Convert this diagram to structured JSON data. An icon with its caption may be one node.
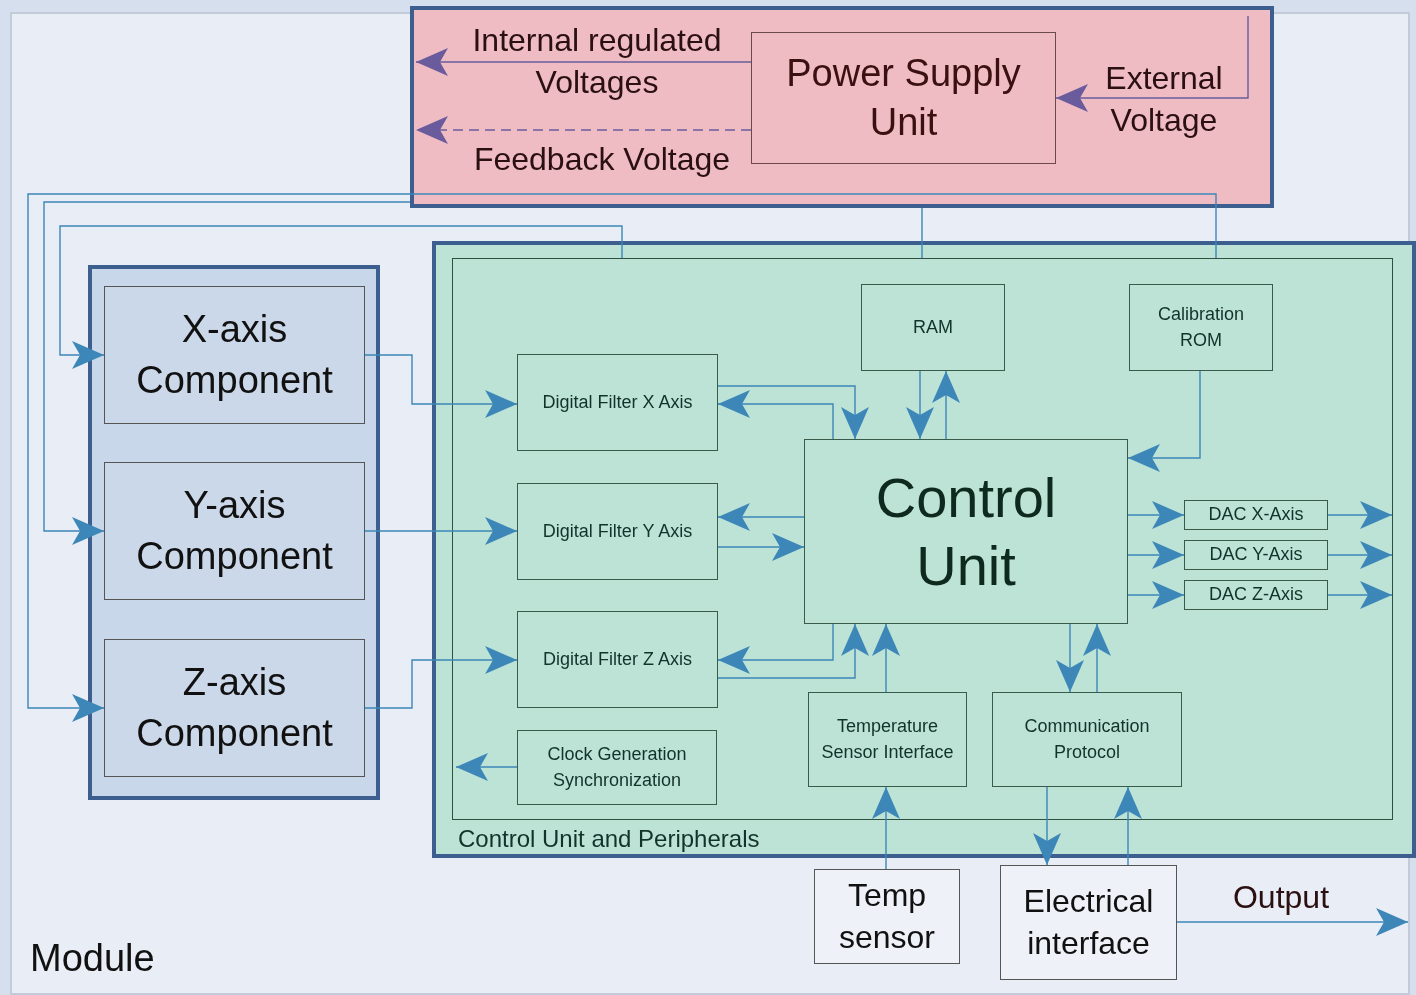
{
  "diagram": {
    "nodes": [
      {
        "text": [
          "Module"
        ]
      },
      {
        "text": [],
        "shape": "box",
        "in": 0
      },
      {
        "text": [
          "Power Supply Unit"
        ],
        "in": 1
      },
      {
        "text": [],
        "shape": "box",
        "in": 0
      },
      {
        "text": [
          "X-axis Component"
        ],
        "in": 3
      },
      {
        "text": [
          "Y-axis Component"
        ],
        "in": 3
      },
      {
        "text": [
          "Z-axis Component"
        ],
        "in": 3
      },
      {
        "text": [
          "Control Unit and Peripherals"
        ],
        "in": 0
      },
      {
        "text": [],
        "shape": "box",
        "in": 7
      },
      {
        "text": [
          "RAM"
        ],
        "in": 8
      },
      {
        "text": [
          "Calibration ROM"
        ],
        "in": 8
      },
      {
        "text": [
          "Digital Filter X Axis"
        ],
        "in": 8
      },
      {
        "text": [
          "Digital Filter Y Axis"
        ],
        "in": 8
      },
      {
        "text": [
          "Digital Filter Z Axis"
        ],
        "in": 8
      },
      {
        "text": [
          "Control Unit"
        ],
        "in": 8
      },
      {
        "text": [
          "DAC X-Axis"
        ],
        "in": 8
      },
      {
        "text": [
          "DAC Y-Axis"
        ],
        "in": 8
      },
      {
        "text": [
          "DAC Z-Axis"
        ],
        "in": 8
      },
      {
        "text": [
          "Clock Generation Synchronization"
        ],
        "in": 8
      },
      {
        "text": [
          "Temperature Sensor Interface"
        ],
        "in": 8
      },
      {
        "text": [
          "Communication Protocol"
        ],
        "in": 8
      },
      {
        "text": [
          "Temp sensor"
        ],
        "in": 0
      },
      {
        "text": [
          "Electrical interface"
        ],
        "in": 0
      }
    ],
    "edges": [
      {
        "from": 2,
        "to": null,
        "arrow": "to",
        "label": "Internal regulated Voltages",
        "color": "#6a5c9c"
      },
      {
        "from": 2,
        "to": null,
        "arrow": "to",
        "label": "Feedback Voltage",
        "style": "dashed",
        "color": "#6a5c9c"
      },
      {
        "from": null,
        "to": 2,
        "arrow": "to",
        "label": "External Voltage",
        "color": "#6a5c9c"
      },
      {
        "from": 1,
        "to": 5,
        "arrow": "to"
      },
      {
        "from": 8,
        "to": 4,
        "arrow": "to"
      },
      {
        "from": 8,
        "to": 6,
        "arrow": "to"
      },
      {
        "from": 1,
        "to": 8,
        "arrow": "none"
      },
      {
        "from": 4,
        "to": 11,
        "arrow": "to"
      },
      {
        "from": 5,
        "to": 12,
        "arrow": "to"
      },
      {
        "from": 6,
        "to": 13,
        "arrow": "to"
      },
      {
        "from": 11,
        "to": 14,
        "arrow": "to"
      },
      {
        "from": 14,
        "to": 11,
        "arrow": "to"
      },
      {
        "from": 14,
        "to": 12,
        "arrow": "to"
      },
      {
        "from": 12,
        "to": 14,
        "arrow": "to"
      },
      {
        "from": 14,
        "to": 13,
        "arrow": "to"
      },
      {
        "from": 13,
        "to": 14,
        "arrow": "to"
      },
      {
        "from": 9,
        "to": 14,
        "arrow": "to"
      },
      {
        "from": 14,
        "to": 9,
        "arrow": "to"
      },
      {
        "from": 10,
        "to": 14,
        "arrow": "to"
      },
      {
        "from": 14,
        "to": 15,
        "arrow": "to"
      },
      {
        "from": 14,
        "to": 16,
        "arrow": "to"
      },
      {
        "from": 14,
        "to": 17,
        "arrow": "to"
      },
      {
        "from": 15,
        "to": null,
        "arrow": "to"
      },
      {
        "from": 16,
        "to": null,
        "arrow": "to"
      },
      {
        "from": 17,
        "to": null,
        "arrow": "to"
      },
      {
        "from": 19,
        "to": 14,
        "arrow": "to"
      },
      {
        "from": 14,
        "to": 20,
        "arrow": "to"
      },
      {
        "from": 20,
        "to": 14,
        "arrow": "to"
      },
      {
        "from": 18,
        "to": null,
        "arrow": "to"
      },
      {
        "from": 21,
        "to": 19,
        "arrow": "to"
      },
      {
        "from": 20,
        "to": 22,
        "arrow": "to"
      },
      {
        "from": 22,
        "to": 20,
        "arrow": "to"
      },
      {
        "from": 22,
        "to": null,
        "arrow": "to",
        "label": "Output"
      }
    ]
  }
}
